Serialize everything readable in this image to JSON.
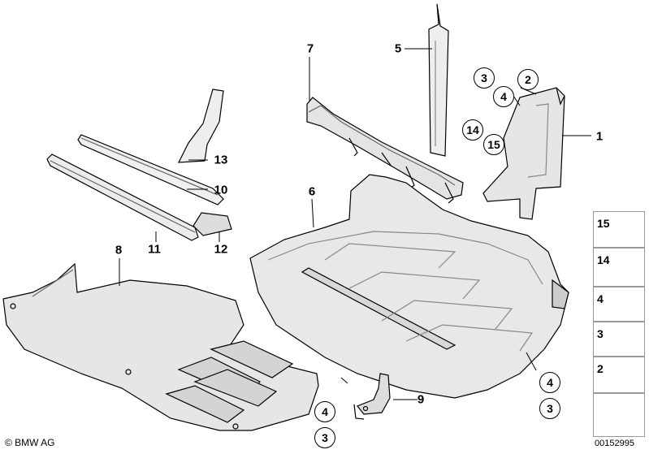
{
  "callouts": {
    "n1": "1",
    "n5": "5",
    "n6": "6",
    "n7": "7",
    "n8": "8",
    "n9": "9",
    "n10": "10",
    "n11": "11",
    "n12": "12",
    "n13": "13"
  },
  "circled": {
    "c3a": "3",
    "c2": "2",
    "c4a": "4",
    "c14": "14",
    "c15": "15",
    "c4b": "4",
    "c3b": "3",
    "c4c": "4",
    "c3c": "3"
  },
  "legend": [
    {
      "number": "15",
      "icon": "clip-nut-icon"
    },
    {
      "number": "14",
      "icon": "hex-bolt-icon"
    },
    {
      "number": "4",
      "icon": "spring-nut-icon"
    },
    {
      "number": "3",
      "icon": "rivet-screw-icon"
    },
    {
      "number": "2",
      "icon": "screw-washer-icon"
    },
    {
      "number": "",
      "icon": "arrow-panel-icon"
    }
  ],
  "footer": {
    "copyright": "© BMW AG",
    "diagram_id": "00152995"
  }
}
